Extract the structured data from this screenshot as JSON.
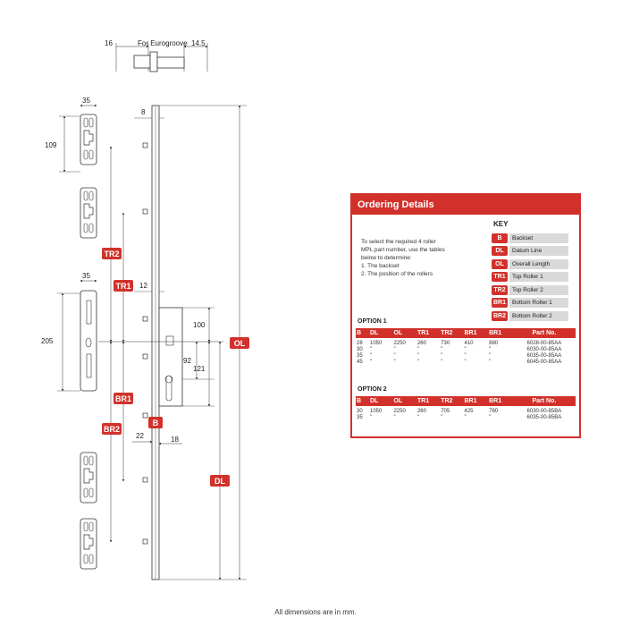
{
  "drawing": {
    "eurogroove_label": "For Eurogroove",
    "dimensions": {
      "d16": "16",
      "d14_5": "14.5",
      "d35a": "35",
      "d109": "109",
      "d8": "8",
      "d35b": "35",
      "d12": "12",
      "d205": "205",
      "d100": "100",
      "d92": "92",
      "d121": "121",
      "d22": "22",
      "d18": "18"
    },
    "tags": {
      "tr2": "TR2",
      "tr1": "TR1",
      "ol": "OL",
      "br1": "BR1",
      "br2": "BR2",
      "b": "B",
      "dl": "DL"
    }
  },
  "ordering": {
    "header": "Ordering Details",
    "intro": [
      "To select the required 4 roller",
      "MPL part number, use the tables",
      "below to determine:",
      "1. The backset",
      "2. The position of the rollers"
    ],
    "key_title": "KEY",
    "key": [
      {
        "code": "B",
        "desc": "Backset"
      },
      {
        "code": "DL",
        "desc": "Datum Line"
      },
      {
        "code": "OL",
        "desc": "Overall Length"
      },
      {
        "code": "TR1",
        "desc": "Top Roller 1"
      },
      {
        "code": "TR2",
        "desc": "Top Roller 2"
      },
      {
        "code": "BR1",
        "desc": "Bottom Roller 1"
      },
      {
        "code": "BR2",
        "desc": "Bottom Roller 2"
      }
    ],
    "option1": {
      "title": "OPTION 1",
      "headers": [
        "B",
        "DL",
        "OL",
        "TR1",
        "TR2",
        "BR1",
        "BR1",
        "Part No."
      ],
      "rows": [
        [
          "28",
          "1050",
          "2250",
          "260",
          "730",
          "410",
          "880",
          "6028-00-85AA"
        ],
        [
          "30",
          "\"",
          "\"",
          "\"",
          "\"",
          "\"",
          "\"",
          "6030-00-85AA"
        ],
        [
          "35",
          "\"",
          "\"",
          "\"",
          "\"",
          "\"",
          "\"",
          "6035-00-85AA"
        ],
        [
          "45",
          "\"",
          "\"",
          "\"",
          "\"",
          "\"",
          "\"",
          "6045-00-85AA"
        ]
      ]
    },
    "option2": {
      "title": "OPTION 2",
      "headers": [
        "B",
        "DL",
        "OL",
        "TR1",
        "TR2",
        "BR1",
        "BR1",
        "Part No."
      ],
      "rows": [
        [
          "30",
          "1050",
          "2250",
          "260",
          "705",
          "425",
          "780",
          "6030-00-85BA"
        ],
        [
          "35",
          "\"",
          "\"",
          "\"",
          "\"",
          "\"",
          "\"",
          "6035-00-85BA"
        ]
      ]
    }
  },
  "footnote": "All dimensions are in mm."
}
